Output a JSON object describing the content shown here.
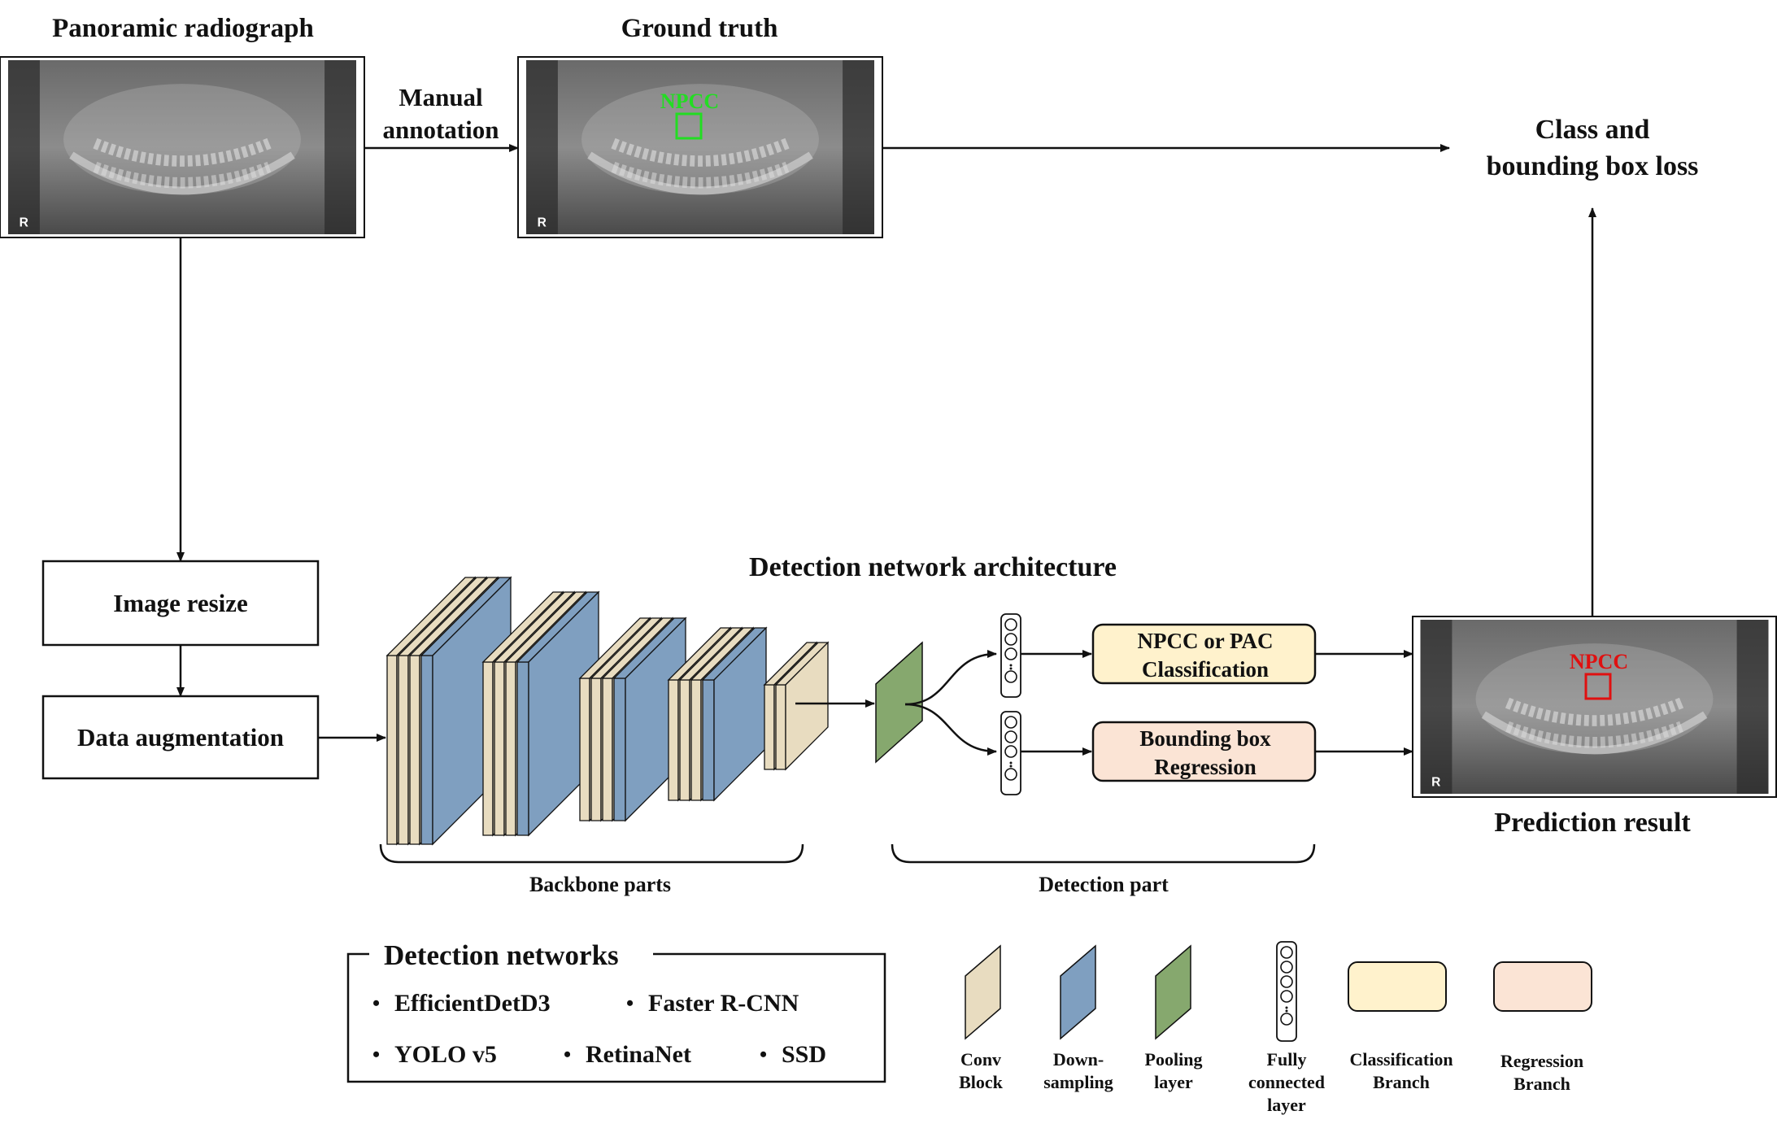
{
  "titles": {
    "panoramic": "Panoramic radiograph",
    "ground_truth": "Ground truth",
    "class_loss_line1": "Class and",
    "class_loss_line2": "bounding box loss",
    "detection_arch": "Detection network architecture",
    "prediction": "Prediction result"
  },
  "annotation": {
    "line1": "Manual",
    "line2": "annotation"
  },
  "boxes": {
    "image_resize": "Image resize",
    "data_augmentation": "Data augmentation",
    "classification_line1": "NPCC or PAC",
    "classification_line2": "Classification",
    "regression_line1": "Bounding box",
    "regression_line2": "Regression"
  },
  "braces": {
    "backbone": "Backbone parts",
    "detection": "Detection part"
  },
  "image_labels": {
    "ground_truth_tag": "NPCC",
    "prediction_tag": "NPCC"
  },
  "networks": {
    "title": "Detection networks",
    "items": [
      "EfficientDetD3",
      "Faster R-CNN",
      "YOLO v5",
      "RetinaNet",
      "SSD"
    ]
  },
  "legend": [
    {
      "line1": "Conv",
      "line2": "Block",
      "line3": ""
    },
    {
      "line1": "Down-",
      "line2": "sampling",
      "line3": ""
    },
    {
      "line1": "Pooling",
      "line2": "layer",
      "line3": ""
    },
    {
      "line1": "Fully",
      "line2": "connected",
      "line3": "layer"
    },
    {
      "line1": "Classification",
      "line2": "Branch",
      "line3": ""
    },
    {
      "line1": "Regression",
      "line2": "Branch",
      "line3": ""
    }
  ],
  "colors": {
    "conv": "#e8dcc0",
    "downsampling": "#7f9fc0",
    "pooling": "#86a86e",
    "classification": "#fff2cc",
    "regression": "#fbe4d5",
    "gt_box": "#22dd22",
    "pred_box": "#e01010"
  }
}
